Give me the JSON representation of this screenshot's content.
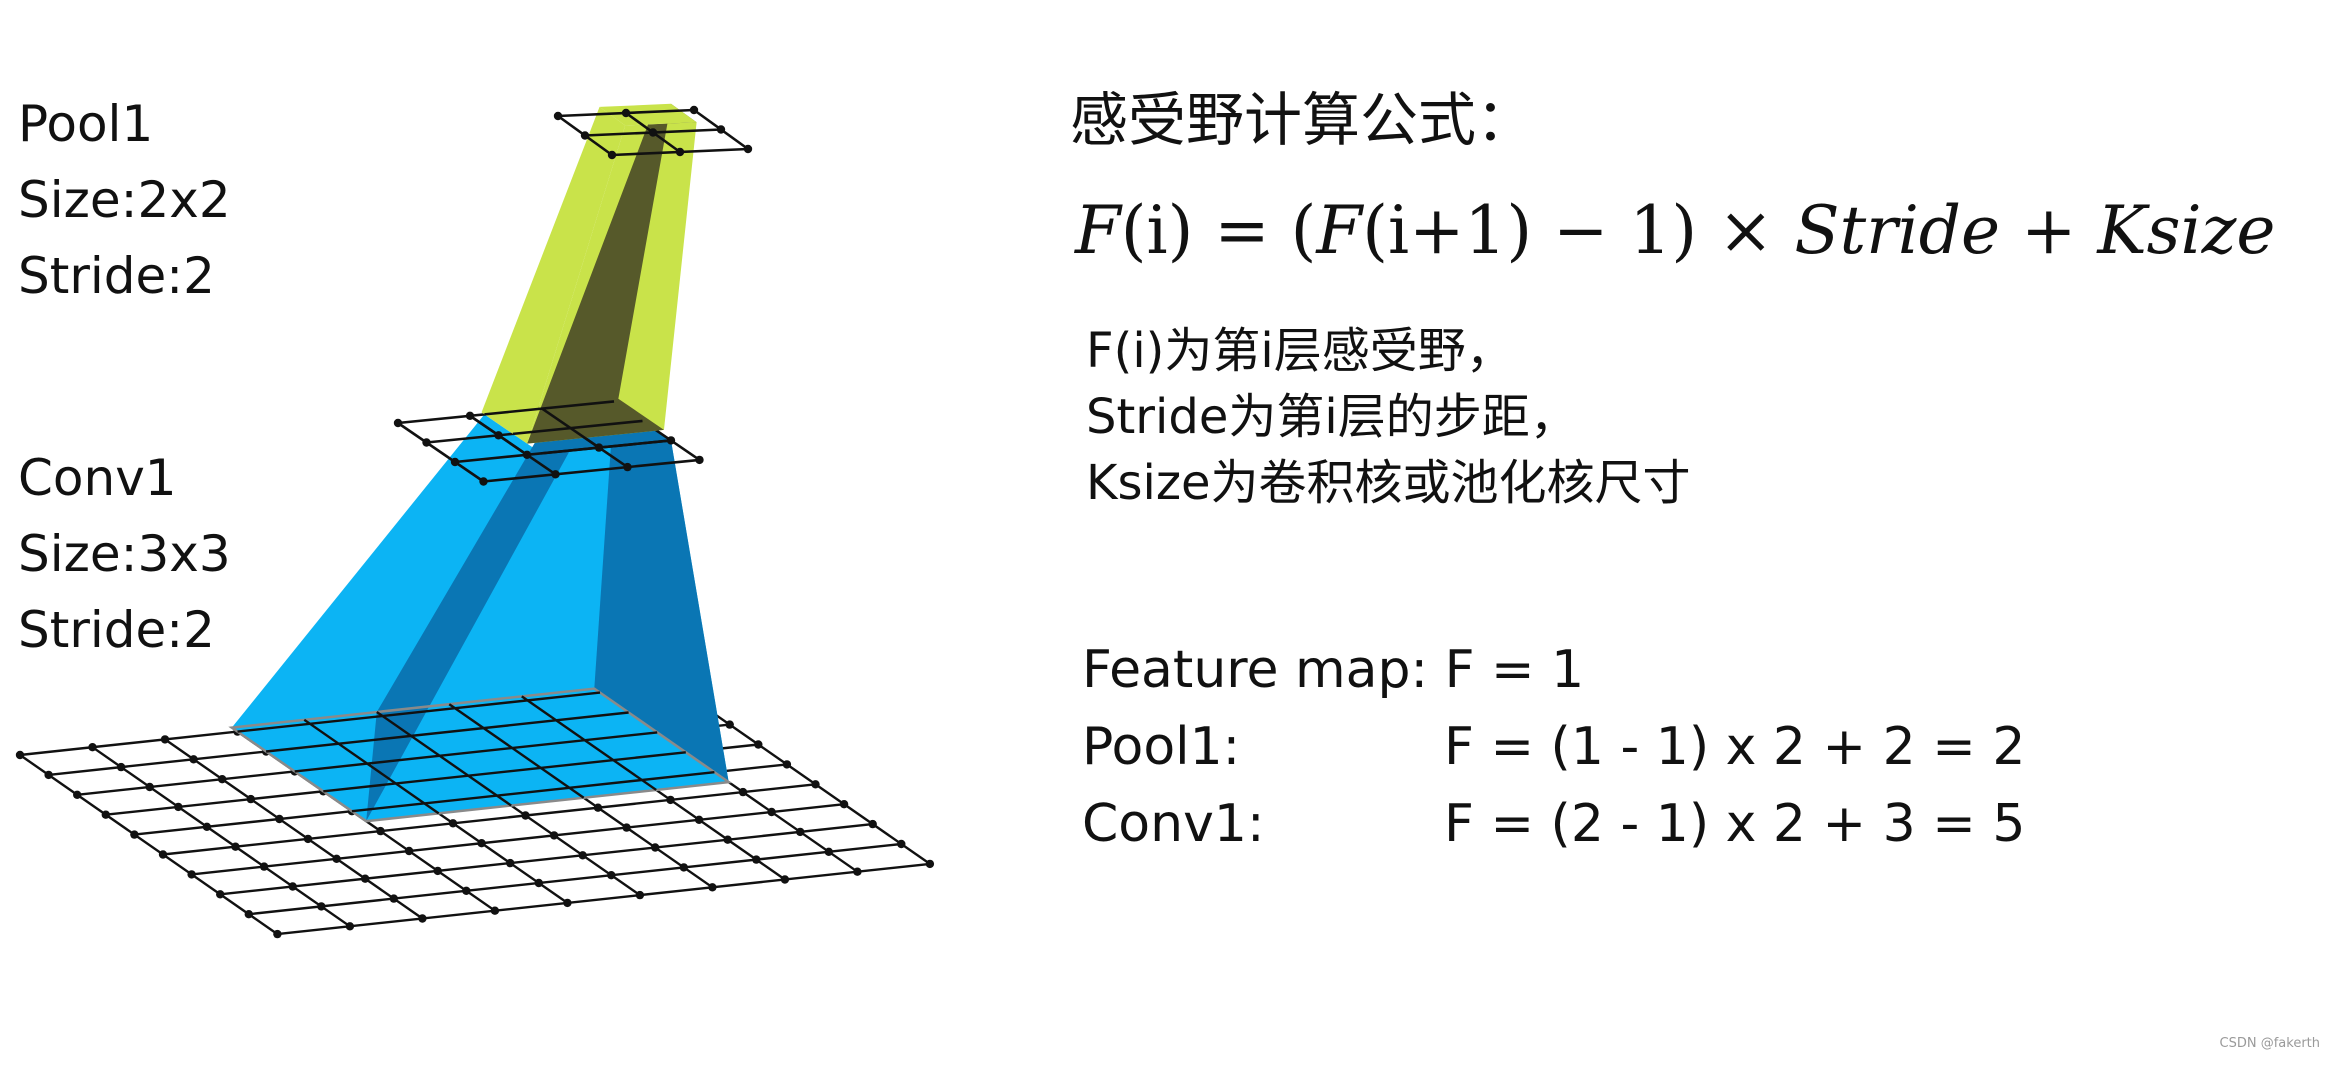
{
  "labels": {
    "pool": {
      "name": "Pool1",
      "size": "Size:2x2",
      "stride": "Stride:2"
    },
    "conv": {
      "name": "Conv1",
      "size": "Size:3x3",
      "stride": "Stride:2"
    }
  },
  "formula": {
    "title": "感受野计算公式：",
    "lhs": "F",
    "lhs_arg": "(i)",
    "equals": " = ",
    "open": "(",
    "inner": "F",
    "inner_arg": "(i+1)",
    "minus": " − 1",
    "close": ")",
    "times": " × ",
    "stride": "Stride",
    "plus": " + ",
    "ksize": "Ksize"
  },
  "definitions": [
    "F(i)为第i层感受野，",
    "Stride为第i层的步距，",
    "Ksize为卷积核或池化核尺寸"
  ],
  "calculations": [
    {
      "name": "Feature map: F = 1",
      "expr": ""
    },
    {
      "name": "Pool1:",
      "expr": "F = (1 - 1) x 2 + 2 = 2"
    },
    {
      "name": "Conv1:",
      "expr": "F = (2 - 1) x 2 + 3 = 5"
    }
  ],
  "watermark": "CSDN @fakerth",
  "colors": {
    "pool_face_light": "#c9e34a",
    "pool_face_dark": "#56592a",
    "conv_face_light": "#0cb4f4",
    "conv_face_dark": "#0a76b4",
    "grid_line": "#111111"
  }
}
